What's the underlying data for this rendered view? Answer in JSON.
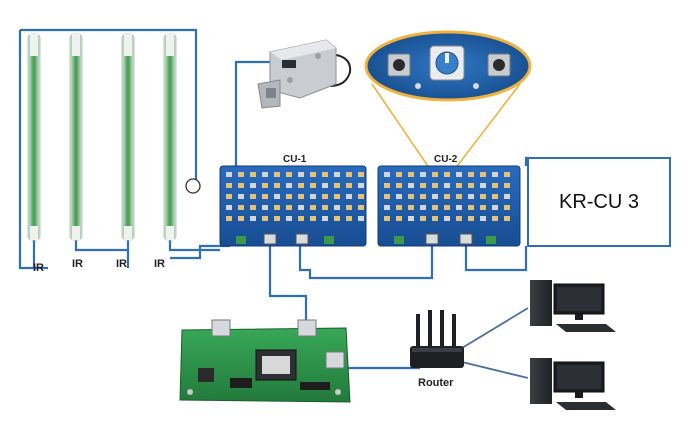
{
  "diagram": {
    "ir_sensors": [
      {
        "label": "IR"
      },
      {
        "label": "IR"
      },
      {
        "label": "IR"
      },
      {
        "label": "IR"
      }
    ],
    "control_units": [
      {
        "label": "CU-1"
      },
      {
        "label": "CU-2"
      }
    ],
    "kr_cu_box": {
      "label": "KR-CU 3"
    },
    "router": {
      "label": "Router"
    },
    "colors": {
      "wire": "#2e6fb5",
      "board": "#1f5aa6",
      "sensor_green": "#3c9a4a",
      "zoom_highlight": "#f0b23c",
      "io_board": "#2e9b4e"
    },
    "icons": [
      "electric-lock-icon",
      "rotary-switch-zoom",
      "desktop-computer-icon",
      "router-icon",
      "io-board"
    ]
  }
}
